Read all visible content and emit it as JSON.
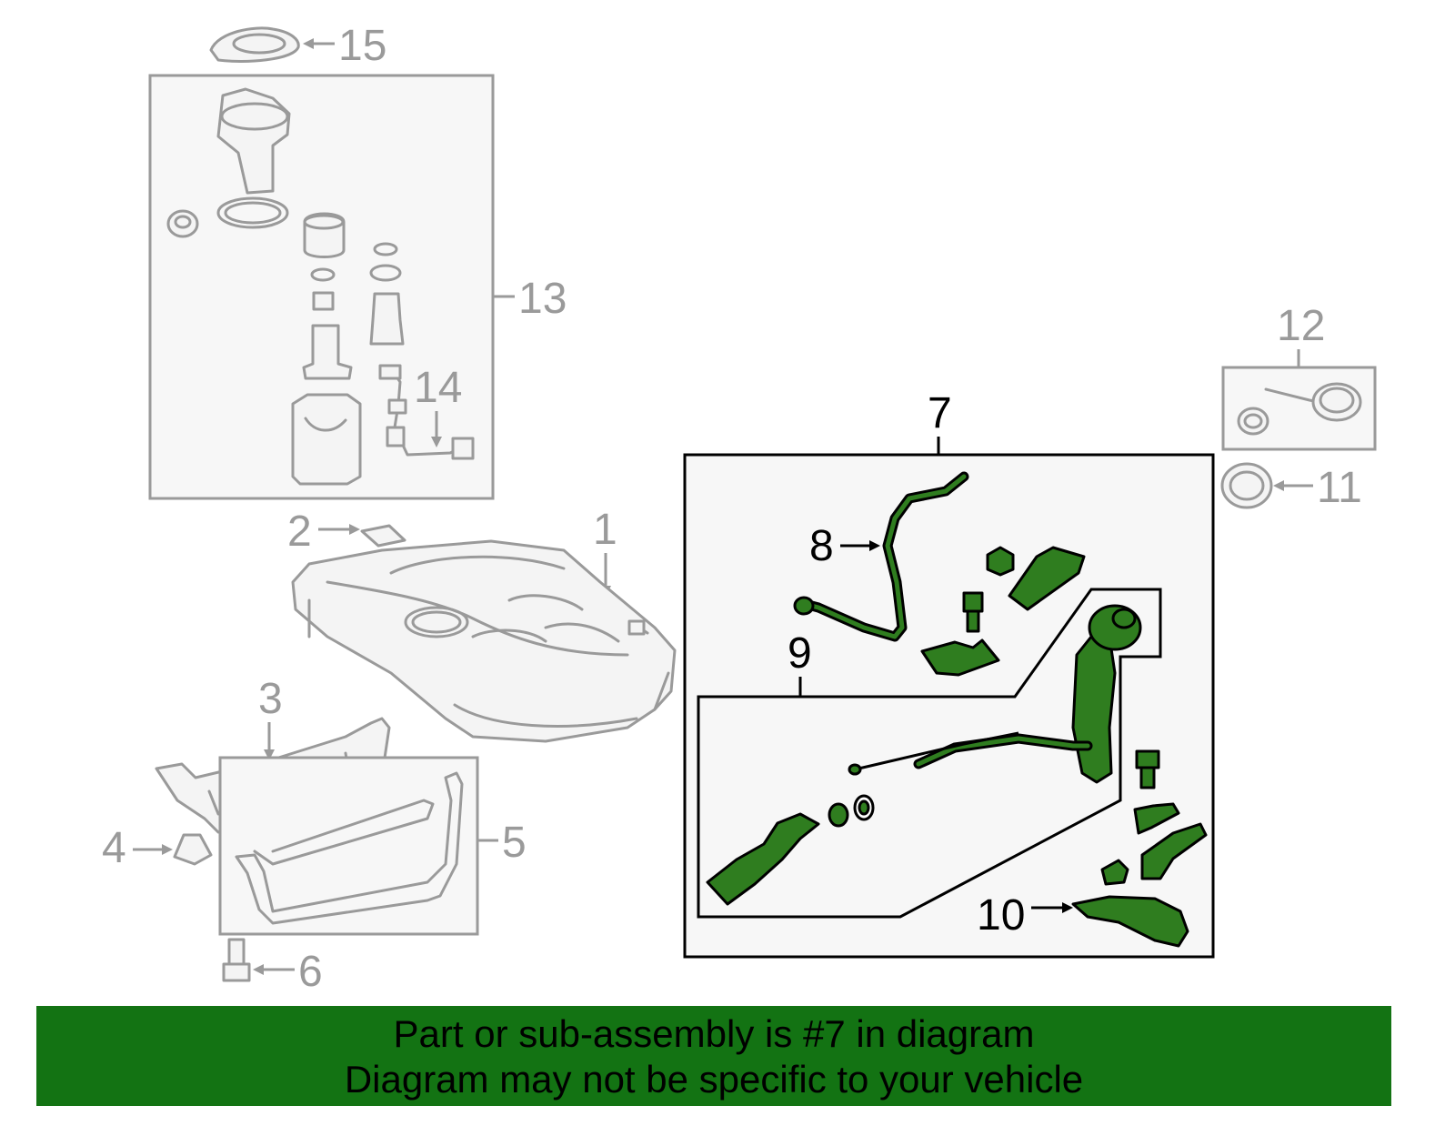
{
  "banner": {
    "line1": "Part or sub-assembly is #7 in diagram",
    "line2": "Diagram may not be specific to your vehicle",
    "color": "#137313"
  },
  "callouts": {
    "c1": "1",
    "c2": "2",
    "c3": "3",
    "c4": "4",
    "c5": "5",
    "c6": "6",
    "c7": "7",
    "c8": "8",
    "c9": "9",
    "c10": "10",
    "c11": "11",
    "c12": "12",
    "c13": "13",
    "c14": "14",
    "c15": "15"
  },
  "colors": {
    "highlight_part": "#2f7d1f",
    "other_parts": "#9a9a9a"
  },
  "highlighted_part": "7"
}
